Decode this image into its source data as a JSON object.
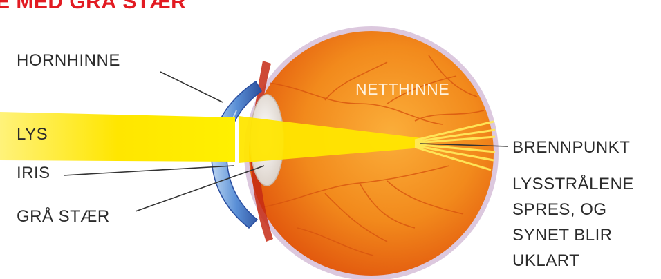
{
  "heading": "E MED GRÅ STÆR",
  "labels": {
    "cornea": "HORNHINNE",
    "light": "LYS",
    "iris": "IRIS",
    "cataract": "GRÅ STÆR",
    "retina": "NETTHINNE",
    "focal_point": "BRENNPUNKT"
  },
  "explanation_lines": [
    "LYSSTRÅLENE",
    "SPRES, OG",
    "SYNET BLIR",
    "UKLART"
  ],
  "colors": {
    "heading": "#e21b22",
    "eyeball": "#f07a10",
    "light_beam": "#ffe600",
    "cornea": "#3d6fc4",
    "lens_cataract": "#ede7e1"
  }
}
